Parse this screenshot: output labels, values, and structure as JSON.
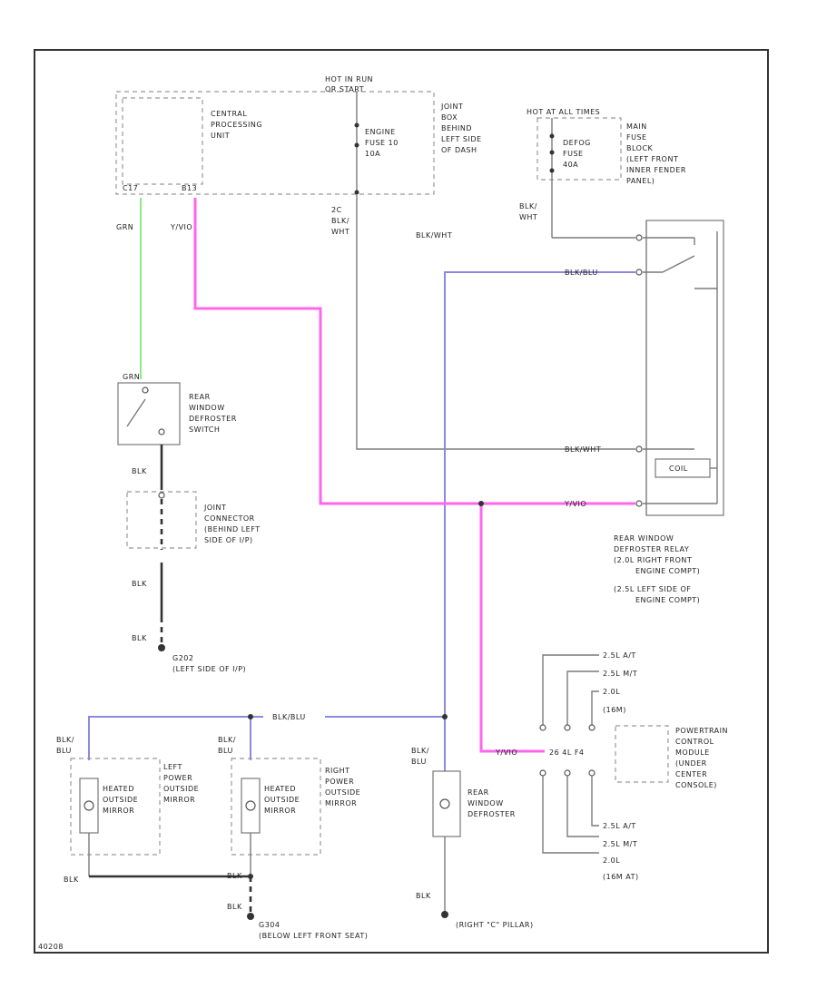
{
  "labels": {
    "hot_in_run": "HOT IN RUN",
    "hot_in_run_2": "OR START",
    "cpu": [
      "CENTRAL",
      "PROCESSING",
      "UNIT"
    ],
    "cpu_pin_left": "C17",
    "cpu_pin_right": "B13",
    "engine_fuse": [
      "ENGINE",
      "FUSE 10",
      "10A"
    ],
    "joint_box": [
      "JOINT",
      "BOX",
      "BEHIND",
      "LEFT SIDE",
      "OF DASH"
    ],
    "hot_at_all_times": "HOT AT ALL TIMES",
    "defog_fuse": [
      "DEFOG",
      "FUSE",
      "40A"
    ],
    "main_fuse_block": [
      "MAIN",
      "FUSE",
      "BLOCK",
      "(LEFT FRONT",
      "INNER FENDER",
      "PANEL)"
    ],
    "wire_grn": "GRN",
    "wire_yvio": "Y/VIO",
    "wire_2c": "2C",
    "wire_blk_wht_a": "BLK/",
    "wire_blk_wht_b": "WHT",
    "wire_blk_wht_top": "BLK/WHT",
    "wire_blk_wht_left": "BLK/",
    "wire_blk_wht_left2": "WHT",
    "wire_blk_blu_relay": "BLK/BLU",
    "wire_blk_wht_relay": "BLK/WHT",
    "coil": "COIL",
    "wire_yvio_relay": "Y/VIO",
    "rear_switch_pin": "GRN",
    "rear_switch": [
      "REAR",
      "WINDOW",
      "DEFROSTER",
      "SWITCH"
    ],
    "blk_1": "BLK",
    "joint_connector": [
      "JOINT",
      "CONNECTOR",
      "(BEHIND LEFT",
      "SIDE OF I/P)"
    ],
    "blk_2": "BLK",
    "blk_3": "BLK",
    "g202": [
      "G202",
      "(LEFT SIDE OF I/P)"
    ],
    "relay": [
      "REAR WINDOW",
      "DEFROSTER RELAY",
      "(2.0L RIGHT FRONT",
      "ENGINE COMPT)",
      "(2.5L LEFT SIDE OF",
      "ENGINE COMPT)"
    ],
    "pcm_top": [
      "2.5L A/T",
      "2.5L M/T",
      "2.0L",
      "(16M)"
    ],
    "pcm": [
      "POWERTRAIN",
      "CONTROL",
      "MODULE",
      "(UNDER",
      "CENTER",
      "CONSOLE)"
    ],
    "pcm_wire_yvio": "Y/VIO",
    "pcm_pins": "26  4L  F4",
    "pcm_bottom": [
      "2.5L A/T",
      "2.5L M/T",
      "2.0L",
      "(16M AT)"
    ],
    "blk_blu_bottom": "BLK/BLU",
    "blk_blu_a": [
      "BLK/",
      "BLU"
    ],
    "blk_blu_b": [
      "BLK/",
      "BLU"
    ],
    "blk_blu_c": [
      "BLK/",
      "BLU"
    ],
    "heated_mirror_left": [
      "HEATED",
      "OUTSIDE",
      "MIRROR"
    ],
    "left_power_mirror": [
      "LEFT",
      "POWER",
      "OUTSIDE",
      "MIRROR"
    ],
    "heated_mirror_right": [
      "HEATED",
      "OUTSIDE",
      "MIRROR"
    ],
    "right_power_mirror": [
      "RIGHT",
      "POWER",
      "OUTSIDE",
      "MIRROR"
    ],
    "rear_defroster": [
      "REAR",
      "WINDOW",
      "DEFROSTER"
    ],
    "blk_left": "BLK",
    "blk_mid": "BLK",
    "blk_mid2": "BLK",
    "g304": [
      "G304",
      "(BELOW LEFT FRONT SEAT)"
    ],
    "blk_right": "BLK",
    "right_c_pillar": "(RIGHT \"C\" PILLAR)",
    "corner_code": "40208"
  },
  "colors": {
    "pink": "#ff66ee",
    "blue": "#8a8ae0",
    "green": "#88ee88",
    "gray": "#7a7a7a",
    "black": "#333333"
  }
}
